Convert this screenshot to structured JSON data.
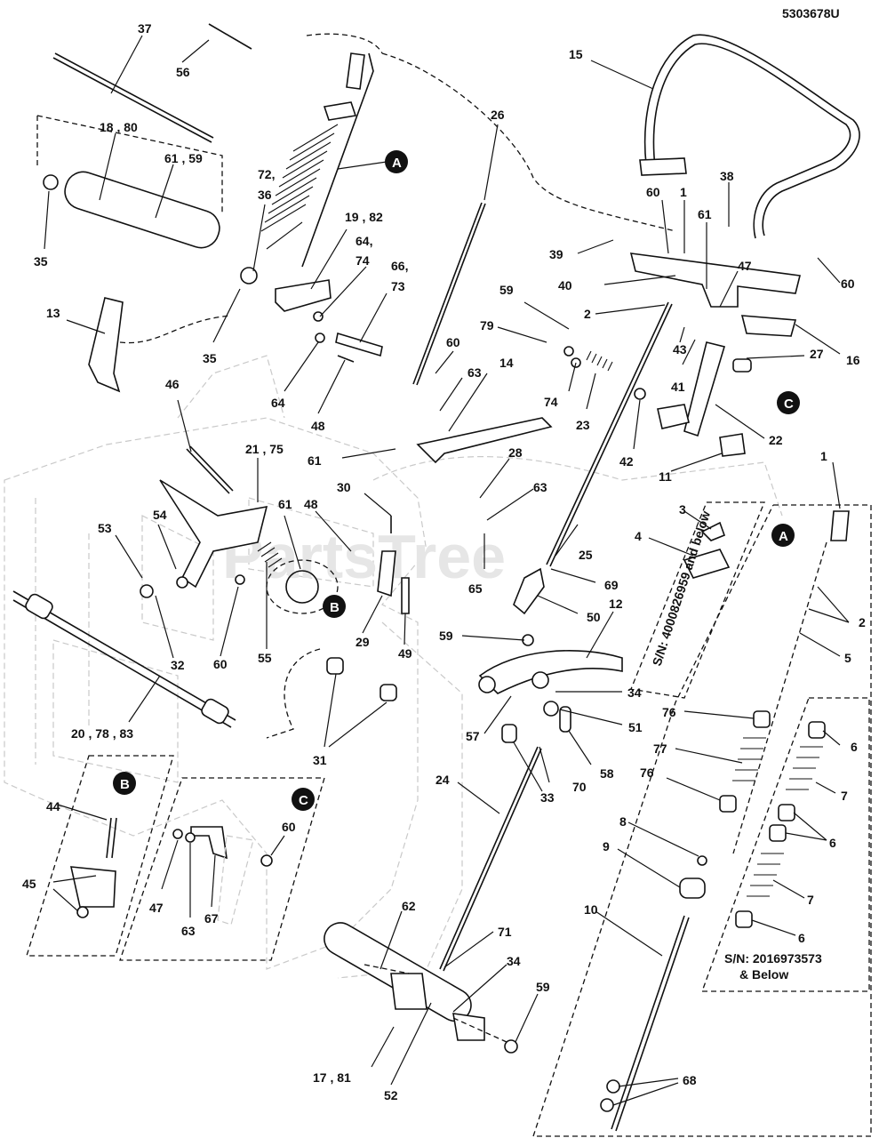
{
  "diagram": {
    "code": "5303678U",
    "watermark": "PartsTree",
    "boxes": {
      "A_note": "S/N: 4000826959 and below",
      "B_note": "S/N: 2016973573 & Below"
    },
    "callouts": [
      "A",
      "B",
      "C"
    ],
    "labels": {
      "l37": "37",
      "l56": "56",
      "l18_80": "18 , 80",
      "l61_59": "61 , 59",
      "l35a": "35",
      "l72_36": "72,",
      "l72_36b": "36",
      "l19_82": "19 , 82",
      "l64_74": "64,",
      "l64_74b": "74",
      "l66_73": "66,",
      "l66_73b": "73",
      "l13": "13",
      "l35b": "35",
      "l64": "64",
      "l48a": "48",
      "l26": "26",
      "l15": "15",
      "l38": "38",
      "l60a": "60",
      "l1a": "1",
      "l61a": "61",
      "l39": "39",
      "l40": "40",
      "l47a": "47",
      "l60b": "60",
      "l16": "16",
      "l59a": "59",
      "l2a": "2",
      "l79": "79",
      "l43": "43",
      "l41": "41",
      "l27": "27",
      "l60c": "60",
      "l63a": "63",
      "l14": "14",
      "l74": "74",
      "l23": "23",
      "l42": "42",
      "l22": "22",
      "l11": "11",
      "l46": "46",
      "l21_75": "21 , 75",
      "l61b": "61",
      "l28": "28",
      "l63b": "63",
      "l30": "30",
      "l48b": "48",
      "l25": "25",
      "l54": "54",
      "l53": "53",
      "l61c": "61",
      "l65": "65",
      "l69": "69",
      "l50": "50",
      "l3": "3",
      "l4": "4",
      "l1b": "1",
      "l2b": "2",
      "l5": "5",
      "l32": "32",
      "l60d": "60",
      "l55": "55",
      "l29": "29",
      "l49": "49",
      "l59b": "59",
      "l12": "12",
      "l34a": "34",
      "l51": "51",
      "l20_78_83": "20 , 78 , 83",
      "l31": "31",
      "l57": "57",
      "l58": "58",
      "l33": "33",
      "l70": "70",
      "l76a": "76",
      "l77": "77",
      "l76b": "76",
      "l6a": "6",
      "l7a": "7",
      "l6b": "6",
      "l7b": "7",
      "l6c": "6",
      "l8": "8",
      "l9": "9",
      "l10": "10",
      "l24": "24",
      "l44": "44",
      "l45": "45",
      "l47b": "47",
      "l63c": "63",
      "l67": "67",
      "l60e": "60",
      "l62": "62",
      "l71": "71",
      "l34b": "34",
      "l59c": "59",
      "l17_81": "17 , 81",
      "l52": "52",
      "l68": "68"
    }
  }
}
